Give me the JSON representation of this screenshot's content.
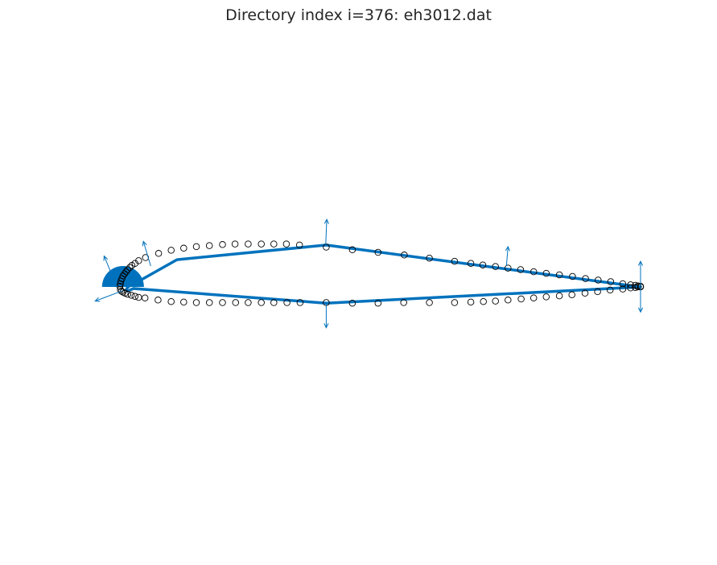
{
  "chart_data": {
    "type": "scatter",
    "title": "Directory index i=376: eh3012.dat",
    "xlabel": "",
    "ylabel": "",
    "axis_equal": true,
    "axes_visible": false,
    "grid": false,
    "xlim": [
      -0.05,
      1.05
    ],
    "ylim": [
      -0.42,
      0.42
    ],
    "colors": {
      "polygon": "#0072BD",
      "markers": "#000000",
      "text": "#262626"
    },
    "series": [
      {
        "type": "scatter",
        "marker": "open-circle",
        "x": [
          1.0,
          0.995,
          0.99,
          0.981,
          0.966,
          0.943,
          0.919,
          0.895,
          0.87,
          0.845,
          0.82,
          0.796,
          0.771,
          0.747,
          0.723,
          0.699,
          0.676,
          0.645,
          0.597,
          0.549,
          0.499,
          0.45,
          0.4,
          0.349,
          0.324,
          0.3,
          0.276,
          0.251,
          0.226,
          0.202,
          0.177,
          0.152,
          0.128,
          0.104,
          0.08,
          0.055,
          0.042,
          0.035,
          0.029,
          0.025,
          0.021,
          0.018,
          0.015,
          0.012,
          0.01,
          0.008,
          0.007,
          0.006,
          0.007,
          0.009,
          0.012,
          0.016,
          0.021,
          0.028,
          0.035,
          0.042,
          0.054,
          0.079,
          0.104,
          0.128,
          0.152,
          0.177,
          0.202,
          0.227,
          0.251,
          0.276,
          0.3,
          0.325,
          0.35,
          0.4,
          0.45,
          0.499,
          0.548,
          0.597,
          0.645,
          0.676,
          0.7,
          0.723,
          0.747,
          0.772,
          0.796,
          0.82,
          0.845,
          0.869,
          0.894,
          0.918,
          0.942,
          0.966,
          0.981,
          0.99,
          0.995,
          1.0
        ],
        "y": [
          0.001,
          0.002,
          0.003,
          0.004,
          0.006,
          0.01,
          0.013,
          0.016,
          0.02,
          0.023,
          0.026,
          0.029,
          0.033,
          0.036,
          0.039,
          0.042,
          0.045,
          0.049,
          0.055,
          0.061,
          0.066,
          0.071,
          0.076,
          0.08,
          0.082,
          0.082,
          0.082,
          0.082,
          0.082,
          0.081,
          0.079,
          0.077,
          0.074,
          0.07,
          0.064,
          0.056,
          0.05,
          0.045,
          0.041,
          0.037,
          0.033,
          0.029,
          0.025,
          0.021,
          0.016,
          0.011,
          0.006,
          0.001,
          -0.005,
          -0.008,
          -0.01,
          -0.012,
          -0.014,
          -0.016,
          -0.018,
          -0.02,
          -0.021,
          -0.025,
          -0.028,
          -0.029,
          -0.03,
          -0.03,
          -0.03,
          -0.03,
          -0.03,
          -0.03,
          -0.03,
          -0.03,
          -0.03,
          -0.03,
          -0.031,
          -0.031,
          -0.03,
          -0.03,
          -0.03,
          -0.029,
          -0.028,
          -0.027,
          -0.025,
          -0.023,
          -0.021,
          -0.019,
          -0.017,
          -0.015,
          -0.012,
          -0.009,
          -0.006,
          -0.004,
          -0.002,
          -0.001,
          0.0,
          0.0
        ]
      },
      {
        "type": "line",
        "style": "polygon",
        "x": [
          1.0,
          0.4,
          0.115,
          0.046,
          0.039,
          0.034,
          0.03,
          0.027,
          0.025,
          0.023,
          0.022,
          0.021,
          0.02,
          0.019,
          0.018,
          0.021,
          0.032,
          0.4,
          1.0
        ],
        "y": [
          0.0,
          0.08,
          0.052,
          0.013,
          0.01,
          0.008,
          0.006,
          0.004,
          0.002,
          0.001,
          0.0,
          -0.001,
          -0.002,
          -0.004,
          -0.006,
          -0.008,
          -0.003,
          -0.031,
          0.0
        ]
      },
      {
        "type": "quiver",
        "x": [
          0.0,
          0.012,
          0.065,
          0.399,
          0.4,
          0.744,
          1.0,
          1.0
        ],
        "y": [
          0.001,
          -0.007,
          0.04,
          0.08,
          -0.03,
          0.04,
          0.001,
          0.0
        ],
        "u": [
          -0.024,
          -0.053,
          -0.014,
          0.002,
          0.0,
          0.003,
          0.0,
          0.0
        ],
        "v": [
          0.058,
          -0.02,
          0.047,
          0.049,
          -0.048,
          0.037,
          0.048,
          -0.048
        ]
      }
    ],
    "annotations": [
      {
        "type": "wedge",
        "x": 0.012,
        "y": 0.0,
        "radius": 0.04,
        "theta_range_deg": [
          0,
          180
        ],
        "color": "#0072BD"
      }
    ]
  }
}
